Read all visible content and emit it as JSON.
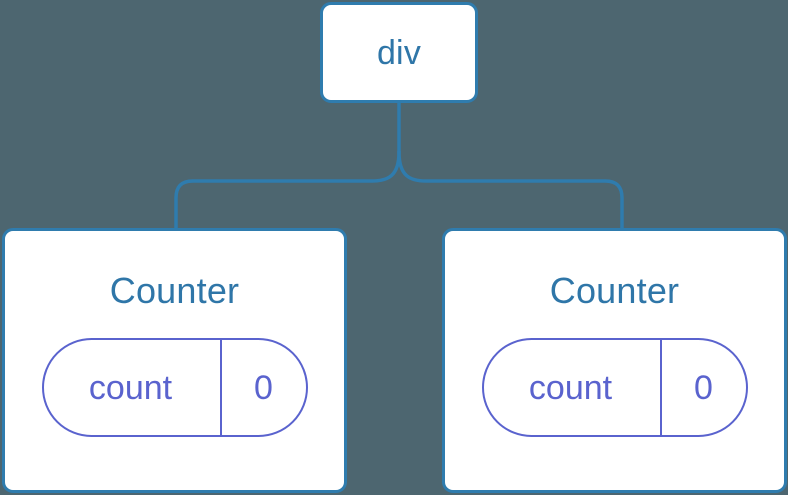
{
  "diagram": {
    "type": "component-tree",
    "background_color": "#4d6670",
    "node_border_color": "#2f7cae",
    "node_text_color": "#2f76a8",
    "state_color": "#5a63ce",
    "connector_color": "#2f7cae"
  },
  "root": {
    "label": "div"
  },
  "children": [
    {
      "title": "Counter",
      "state": {
        "key": "count",
        "value": "0"
      }
    },
    {
      "title": "Counter",
      "state": {
        "key": "count",
        "value": "0"
      }
    }
  ]
}
